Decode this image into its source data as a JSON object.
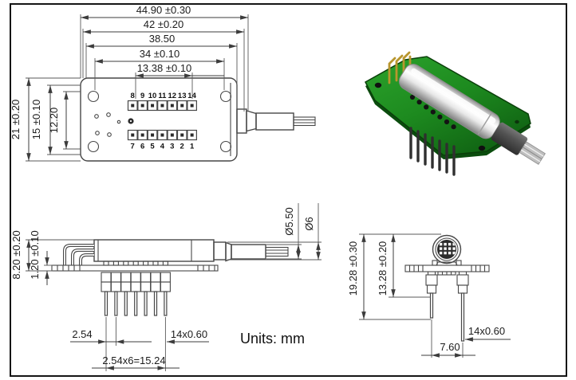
{
  "units_label": "Units: mm",
  "plan_view": {
    "h_dims": [
      "44.90 ±0.30",
      "42 ±0.20",
      "38.50",
      "34 ±0.10",
      "13.38 ±0.10"
    ],
    "v_dims": [
      "21 ±0.20",
      "15 ±0.10",
      "12.20"
    ],
    "pins_top": [
      "8",
      "9",
      "10",
      "11",
      "12",
      "13",
      "14"
    ],
    "pins_bottom": [
      "7",
      "6",
      "5",
      "4",
      "3",
      "2",
      "1"
    ]
  },
  "side_view": {
    "v_dims": [
      "8.20 ±0.20",
      "1.20 ±0.10"
    ],
    "dia_dims": [
      "Ø5.50",
      "Ø6"
    ],
    "bottom_dims": [
      "2.54",
      "14x0.60",
      "2.54x6=15.24"
    ]
  },
  "end_view": {
    "v_dims": [
      "19.28 ±0.30",
      "13.28 ±0.20"
    ],
    "bottom_dims": [
      "14x0.60",
      "7.60"
    ]
  },
  "colors": {
    "line": "#474747",
    "dimension_line": "#3c3c3c",
    "pcb_green": "#1d8a1f",
    "pcb_green_dark": "#0b4d0e",
    "metal_silver": "#e6e6e6",
    "pin_gold": "#b8962e",
    "boot_dark": "#4d4d4d",
    "fiber_gray": "#bfbfbf"
  }
}
